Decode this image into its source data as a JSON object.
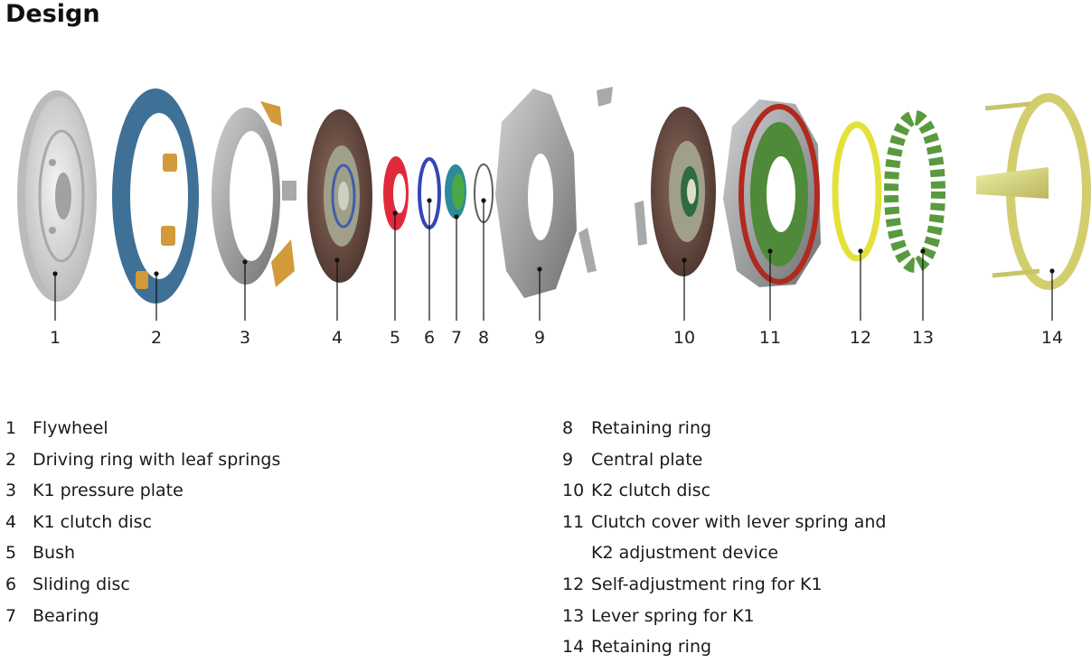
{
  "title": "Design",
  "callouts": [
    "1",
    "2",
    "3",
    "4",
    "5",
    "6",
    "7",
    "8",
    "9",
    "10",
    "11",
    "12",
    "13",
    "14"
  ],
  "colors": {
    "flywheel": "#c9cbcd",
    "driving_ring": "#4f84a8",
    "leaf_spring": "#d19a3a",
    "pressure_plate": "#9a9c9e",
    "clutch_disc": "#6e5247",
    "bush": "#e02a3c",
    "sliding_disc": "#3346b8",
    "bearing": "#2e8a98",
    "retaining_ring_small": "#9a9a9a",
    "central_plate": "#8a8c8e",
    "clutch_cover": "#b02a1e",
    "adjustment_ring": "#e2e23a",
    "lever_spring": "#5a9a3e",
    "retaining_ring_large": "#d7d37a"
  },
  "legend_left": [
    {
      "num": "1",
      "label": "Flywheel"
    },
    {
      "num": "2",
      "label": "Driving ring with leaf springs"
    },
    {
      "num": "3",
      "label": "K1 pressure plate"
    },
    {
      "num": "4",
      "label": "K1 clutch disc"
    },
    {
      "num": "5",
      "label": "Bush"
    },
    {
      "num": "6",
      "label": "Sliding disc"
    },
    {
      "num": "7",
      "label": "Bearing"
    }
  ],
  "legend_right": [
    {
      "num": "8",
      "label": "Retaining ring"
    },
    {
      "num": "9",
      "label": "Central plate"
    },
    {
      "num": "10",
      "label": "K2 clutch disc"
    },
    {
      "num": "11",
      "label": "Clutch cover with lever spring and",
      "label2": "K2 adjustment device"
    },
    {
      "num": "12",
      "label": "Self-adjustment ring for K1"
    },
    {
      "num": "13",
      "label": "Lever spring for K1"
    },
    {
      "num": "14",
      "label": "Retaining ring"
    }
  ]
}
